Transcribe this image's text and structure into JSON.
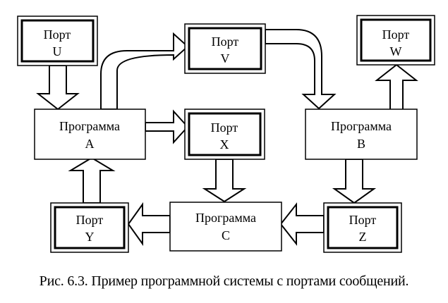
{
  "ports": {
    "u": {
      "line1": "Порт",
      "line2": "U"
    },
    "v": {
      "line1": "Порт",
      "line2": "V"
    },
    "w": {
      "line1": "Порт",
      "line2": "W"
    },
    "x": {
      "line1": "Порт",
      "line2": "X"
    },
    "y": {
      "line1": "Порт",
      "line2": "Y"
    },
    "z": {
      "line1": "Порт",
      "line2": "Z"
    }
  },
  "programs": {
    "a": {
      "line1": "Программа",
      "line2": "A"
    },
    "b": {
      "line1": "Программа",
      "line2": "B"
    },
    "c": {
      "line1": "Программа",
      "line2": "C"
    }
  },
  "caption": "Рис. 6.3. Пример программной системы с портами сообщений."
}
